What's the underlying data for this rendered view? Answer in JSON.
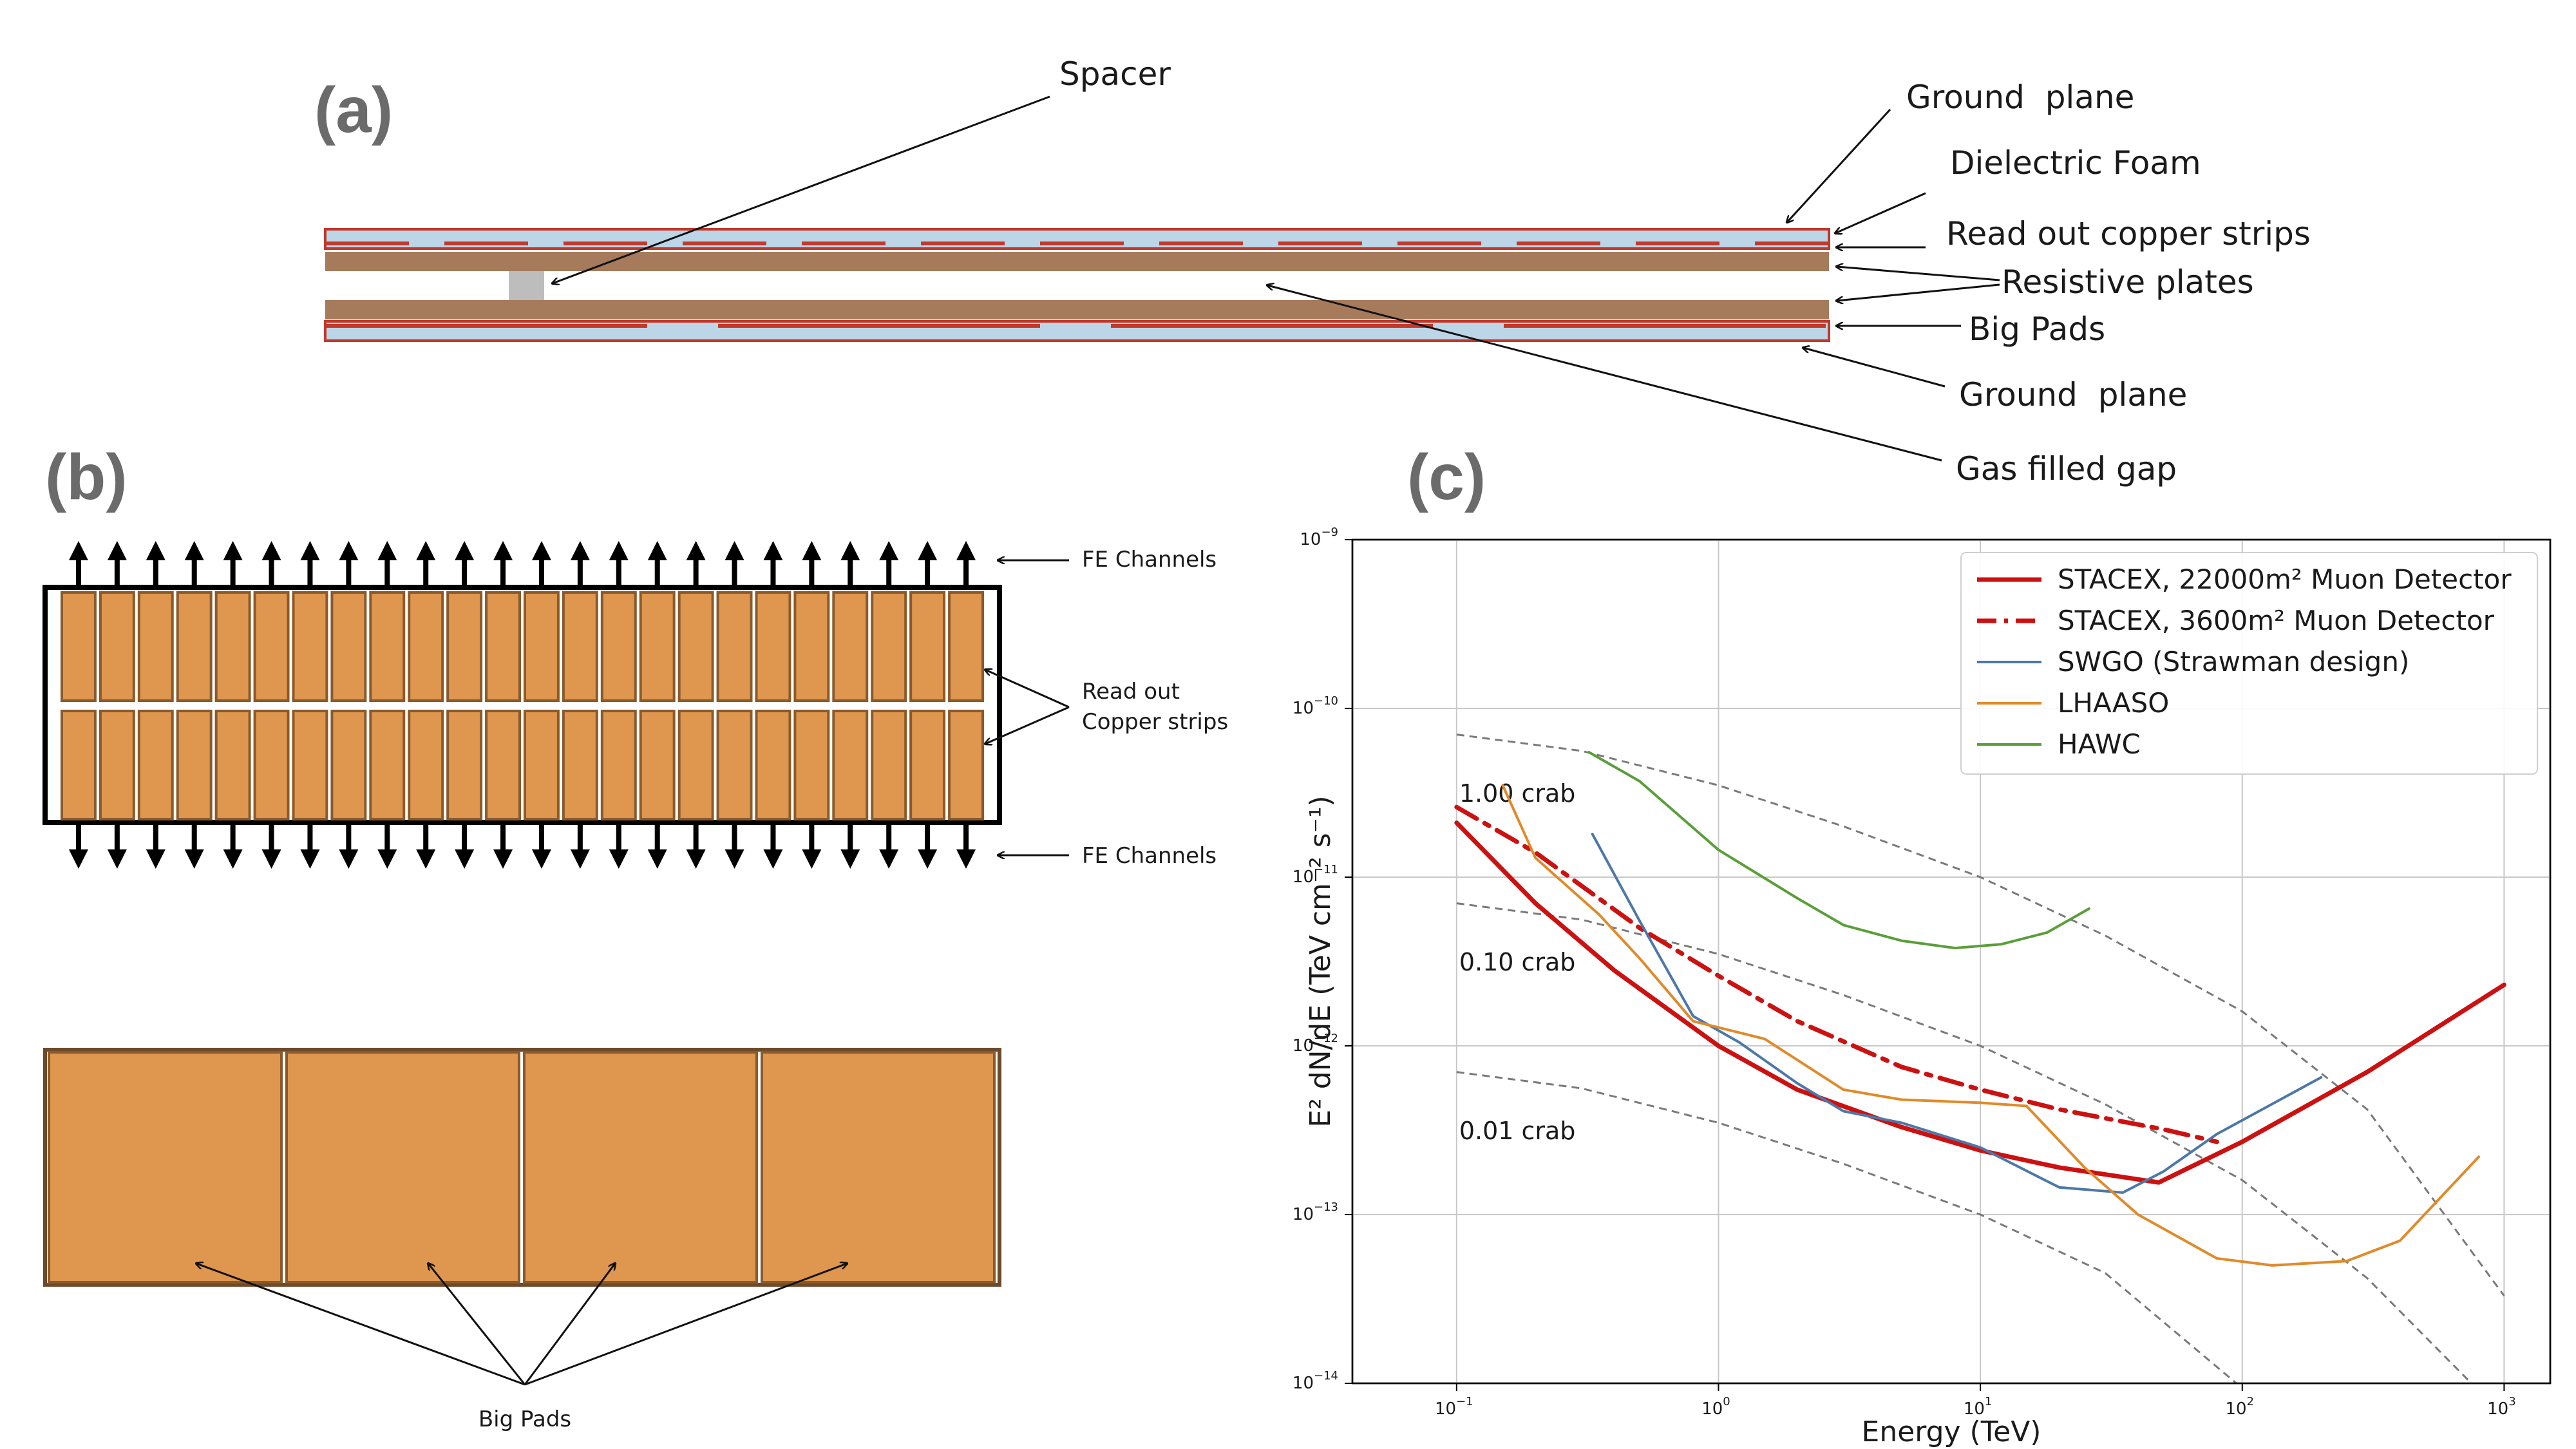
{
  "panel_a": {
    "letter": "(a)",
    "labels": {
      "spacer": "Spacer",
      "ground_top": "Ground  plane",
      "dielectric": "Dielectric Foam",
      "copper_strips": "Read out copper strips",
      "resistive": "Resistive plates",
      "big_pads": "Big Pads",
      "ground_bottom": "Ground  plane",
      "gas_gap": "Gas filled gap"
    },
    "colors": {
      "resistive": "#a57b5b",
      "foam": "#bcd6e8",
      "ground": "#c0392b",
      "spacer": "#bdbdbd"
    }
  },
  "panel_b": {
    "letter": "(b)",
    "labels": {
      "fe_top": "FE Channels",
      "readout_1": "Read out",
      "readout_2": "Copper strips",
      "fe_bottom": "FE Channels",
      "big_pads": "Big Pads"
    },
    "strips_per_row": 24,
    "pad_count": 4,
    "colors": {
      "strip": "#df964e",
      "strip_edge": "#8a5a2b",
      "pad": "#df964e"
    }
  },
  "panel_c": {
    "letter": "(c)"
  },
  "chart_data": {
    "type": "line",
    "xlabel": "Energy (TeV)",
    "ylabel": "E² dN/dE (TeV cm⁻² s⁻¹)",
    "xscale": "log",
    "yscale": "log",
    "xlim": [
      0.04,
      1500
    ],
    "ylim": [
      1e-14,
      1e-09
    ],
    "xticks": [
      {
        "v": 0.1,
        "base": "10",
        "exp": "−1"
      },
      {
        "v": 1,
        "base": "10",
        "exp": "0"
      },
      {
        "v": 10,
        "base": "10",
        "exp": "1"
      },
      {
        "v": 100,
        "base": "10",
        "exp": "2"
      },
      {
        "v": 1000,
        "base": "10",
        "exp": "3"
      }
    ],
    "yticks": [
      {
        "v": 1e-14,
        "base": "10",
        "exp": "−14"
      },
      {
        "v": 1e-13,
        "base": "10",
        "exp": "−13"
      },
      {
        "v": 1e-12,
        "base": "10",
        "exp": "−12"
      },
      {
        "v": 1e-11,
        "base": "10",
        "exp": "−11"
      },
      {
        "v": 1e-10,
        "base": "10",
        "exp": "−10"
      },
      {
        "v": 1e-09,
        "base": "10",
        "exp": "−9"
      }
    ],
    "grid": true,
    "legend_position": "top-right",
    "series": [
      {
        "name": "STACEX, 22000m² Muon Detector",
        "color": "#cc1111",
        "style": "solid",
        "width": 7,
        "x": [
          0.1,
          0.2,
          0.4,
          1,
          2,
          5,
          10,
          20,
          48,
          100,
          300,
          1000
        ],
        "y": [
          2.1e-11,
          7e-12,
          2.8e-12,
          1e-12,
          5.5e-13,
          3.3e-13,
          2.4e-13,
          1.9e-13,
          1.55e-13,
          2.7e-13,
          7e-13,
          2.3e-12
        ]
      },
      {
        "name": "STACEX, 3600m² Muon Detector",
        "color": "#cc1111",
        "style": "dashdot",
        "width": 7,
        "x": [
          0.1,
          0.2,
          0.5,
          1,
          2,
          5,
          10,
          20,
          50,
          80
        ],
        "y": [
          2.6e-11,
          1.4e-11,
          5e-12,
          2.6e-12,
          1.4e-12,
          7.5e-13,
          5.5e-13,
          4.2e-13,
          3.2e-13,
          2.7e-13
        ]
      },
      {
        "name": "SWGO (Strawman design)",
        "color": "#4c78a8",
        "style": "solid",
        "width": 4,
        "x": [
          0.33,
          0.5,
          0.8,
          1.2,
          2,
          3,
          5,
          10,
          20,
          35,
          50,
          80,
          200
        ],
        "y": [
          1.8e-11,
          5.5e-12,
          1.5e-12,
          1.05e-12,
          6e-13,
          4.1e-13,
          3.5e-13,
          2.5e-13,
          1.45e-13,
          1.35e-13,
          1.8e-13,
          3e-13,
          6.5e-13
        ]
      },
      {
        "name": "LHAASO",
        "color": "#e08a2a",
        "style": "solid",
        "width": 4,
        "x": [
          0.15,
          0.2,
          0.35,
          0.5,
          0.8,
          1.5,
          3,
          5,
          10,
          15,
          25,
          40,
          80,
          130,
          250,
          400,
          800
        ],
        "y": [
          3.5e-11,
          1.3e-11,
          6e-12,
          3.3e-12,
          1.4e-12,
          1.1e-12,
          5.5e-13,
          4.8e-13,
          4.6e-13,
          4.4e-13,
          1.9e-13,
          1e-13,
          5.5e-14,
          5e-14,
          5.3e-14,
          7e-14,
          2.2e-13
        ]
      },
      {
        "name": "HAWC",
        "color": "#5a9e3a",
        "style": "solid",
        "width": 4,
        "x": [
          0.32,
          0.5,
          1,
          2,
          3,
          5,
          8,
          12,
          18,
          26
        ],
        "y": [
          5.5e-11,
          3.7e-11,
          1.45e-11,
          7.5e-12,
          5.2e-12,
          4.2e-12,
          3.8e-12,
          4e-12,
          4.7e-12,
          6.5e-12
        ]
      }
    ],
    "reference_curves": [
      {
        "label": "1.00 crab",
        "scale": 1.0,
        "x": [
          0.1,
          0.3,
          1,
          3,
          10,
          30,
          100,
          300,
          1000
        ],
        "y": [
          7e-11,
          5.6e-11,
          3.5e-11,
          2e-11,
          1e-11,
          4.5e-12,
          1.6e-12,
          4.2e-13,
          3.3e-14
        ]
      },
      {
        "label": "0.10 crab",
        "scale": 0.1,
        "x": [
          0.1,
          0.3,
          1,
          3,
          10,
          30,
          100,
          300,
          750
        ],
        "y": [
          7e-12,
          5.6e-12,
          3.5e-12,
          2e-12,
          1e-12,
          4.5e-13,
          1.6e-13,
          4.2e-14,
          1e-14
        ]
      },
      {
        "label": "0.01 crab",
        "scale": 0.01,
        "x": [
          0.1,
          0.3,
          1,
          3,
          10,
          30,
          95
        ],
        "y": [
          7e-13,
          5.6e-13,
          3.5e-13,
          2e-13,
          1e-13,
          4.5e-14,
          1e-14
        ]
      }
    ]
  }
}
